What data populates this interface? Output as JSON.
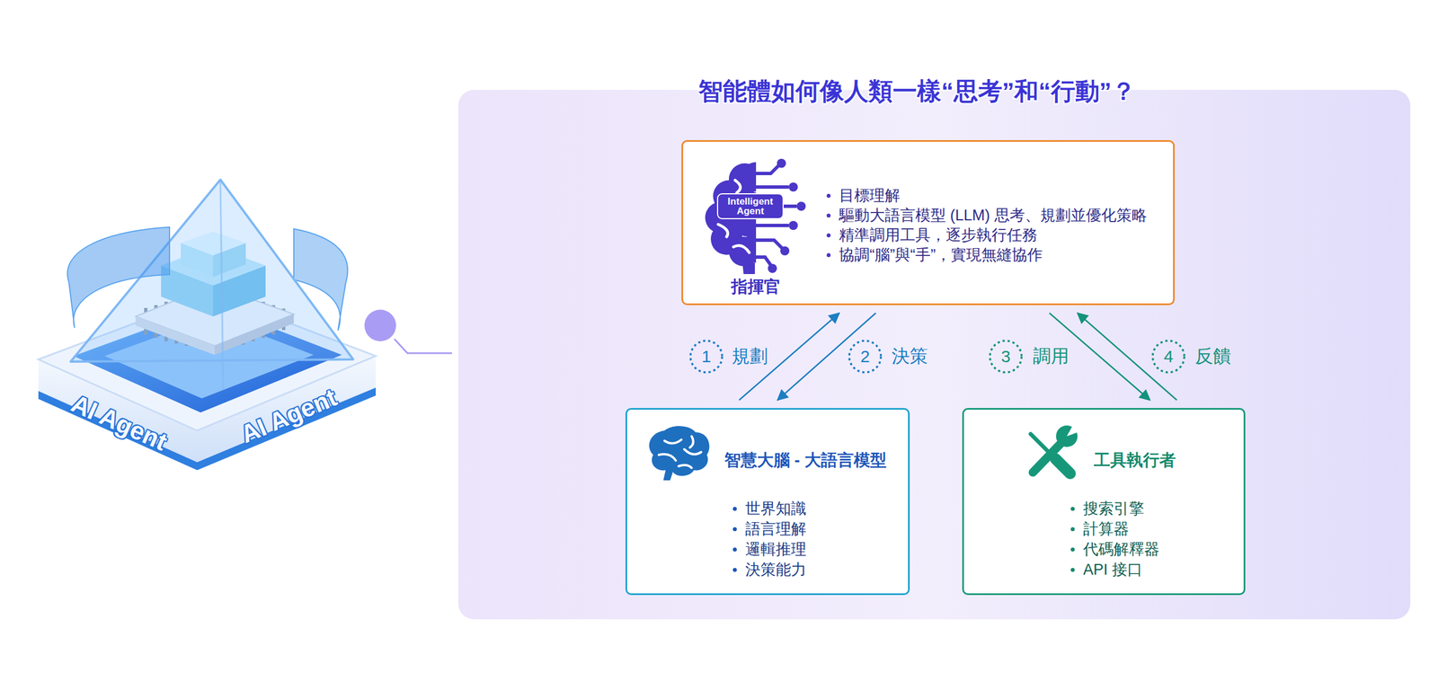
{
  "diagram": {
    "title": "智能體如何像人類一樣“思考”和“行動”？",
    "nodes": [
      {
        "text": [
          "指揮官",
          "目標理解",
          "驅動大語言模型 (LLM) 思考、規劃並優化策略",
          "精準調用工具，逐步執行任務",
          "協調“腦”與“手”，實現無縫協作"
        ]
      },
      {
        "text": [
          "智慧大腦 - 大語言模型",
          "世界知識",
          "語言理解",
          "邏輯推理",
          "決策能力"
        ]
      },
      {
        "text": [
          "工具執行者",
          "搜索引擎",
          "計算器",
          "代碼解釋器",
          "API 接口"
        ]
      }
    ],
    "edges": [
      {
        "from": 1,
        "to": 0,
        "arrow": "to",
        "label": "規劃"
      },
      {
        "from": 0,
        "to": 1,
        "arrow": "to",
        "label": "決策"
      },
      {
        "from": 0,
        "to": 2,
        "arrow": "to",
        "label": "調用"
      },
      {
        "from": 2,
        "to": 0,
        "arrow": "to",
        "label": "反饋"
      }
    ],
    "labels": [
      "AI Agent",
      "AI Agent",
      "Intelligent Agent",
      "1",
      "2",
      "3",
      "4"
    ]
  }
}
